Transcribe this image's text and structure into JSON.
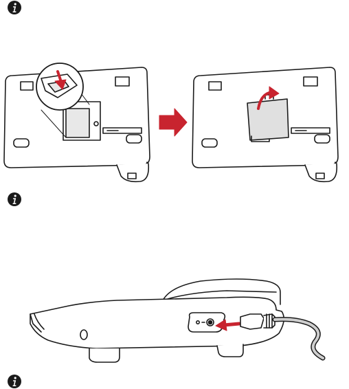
{
  "page": {
    "type": "manual-illustration-page",
    "accent_color": "#c8242f",
    "ink_color": "#1a1a1a"
  },
  "notes": [
    {
      "icon": "info-icon"
    },
    {
      "icon": "info-icon"
    },
    {
      "icon": "info-icon"
    }
  ],
  "figures": [
    {
      "name": "battery-installation-illustration",
      "steps": 2,
      "arrow": "right-arrow"
    },
    {
      "name": "power-connection-illustration",
      "arrow": "insert-arrow"
    }
  ]
}
